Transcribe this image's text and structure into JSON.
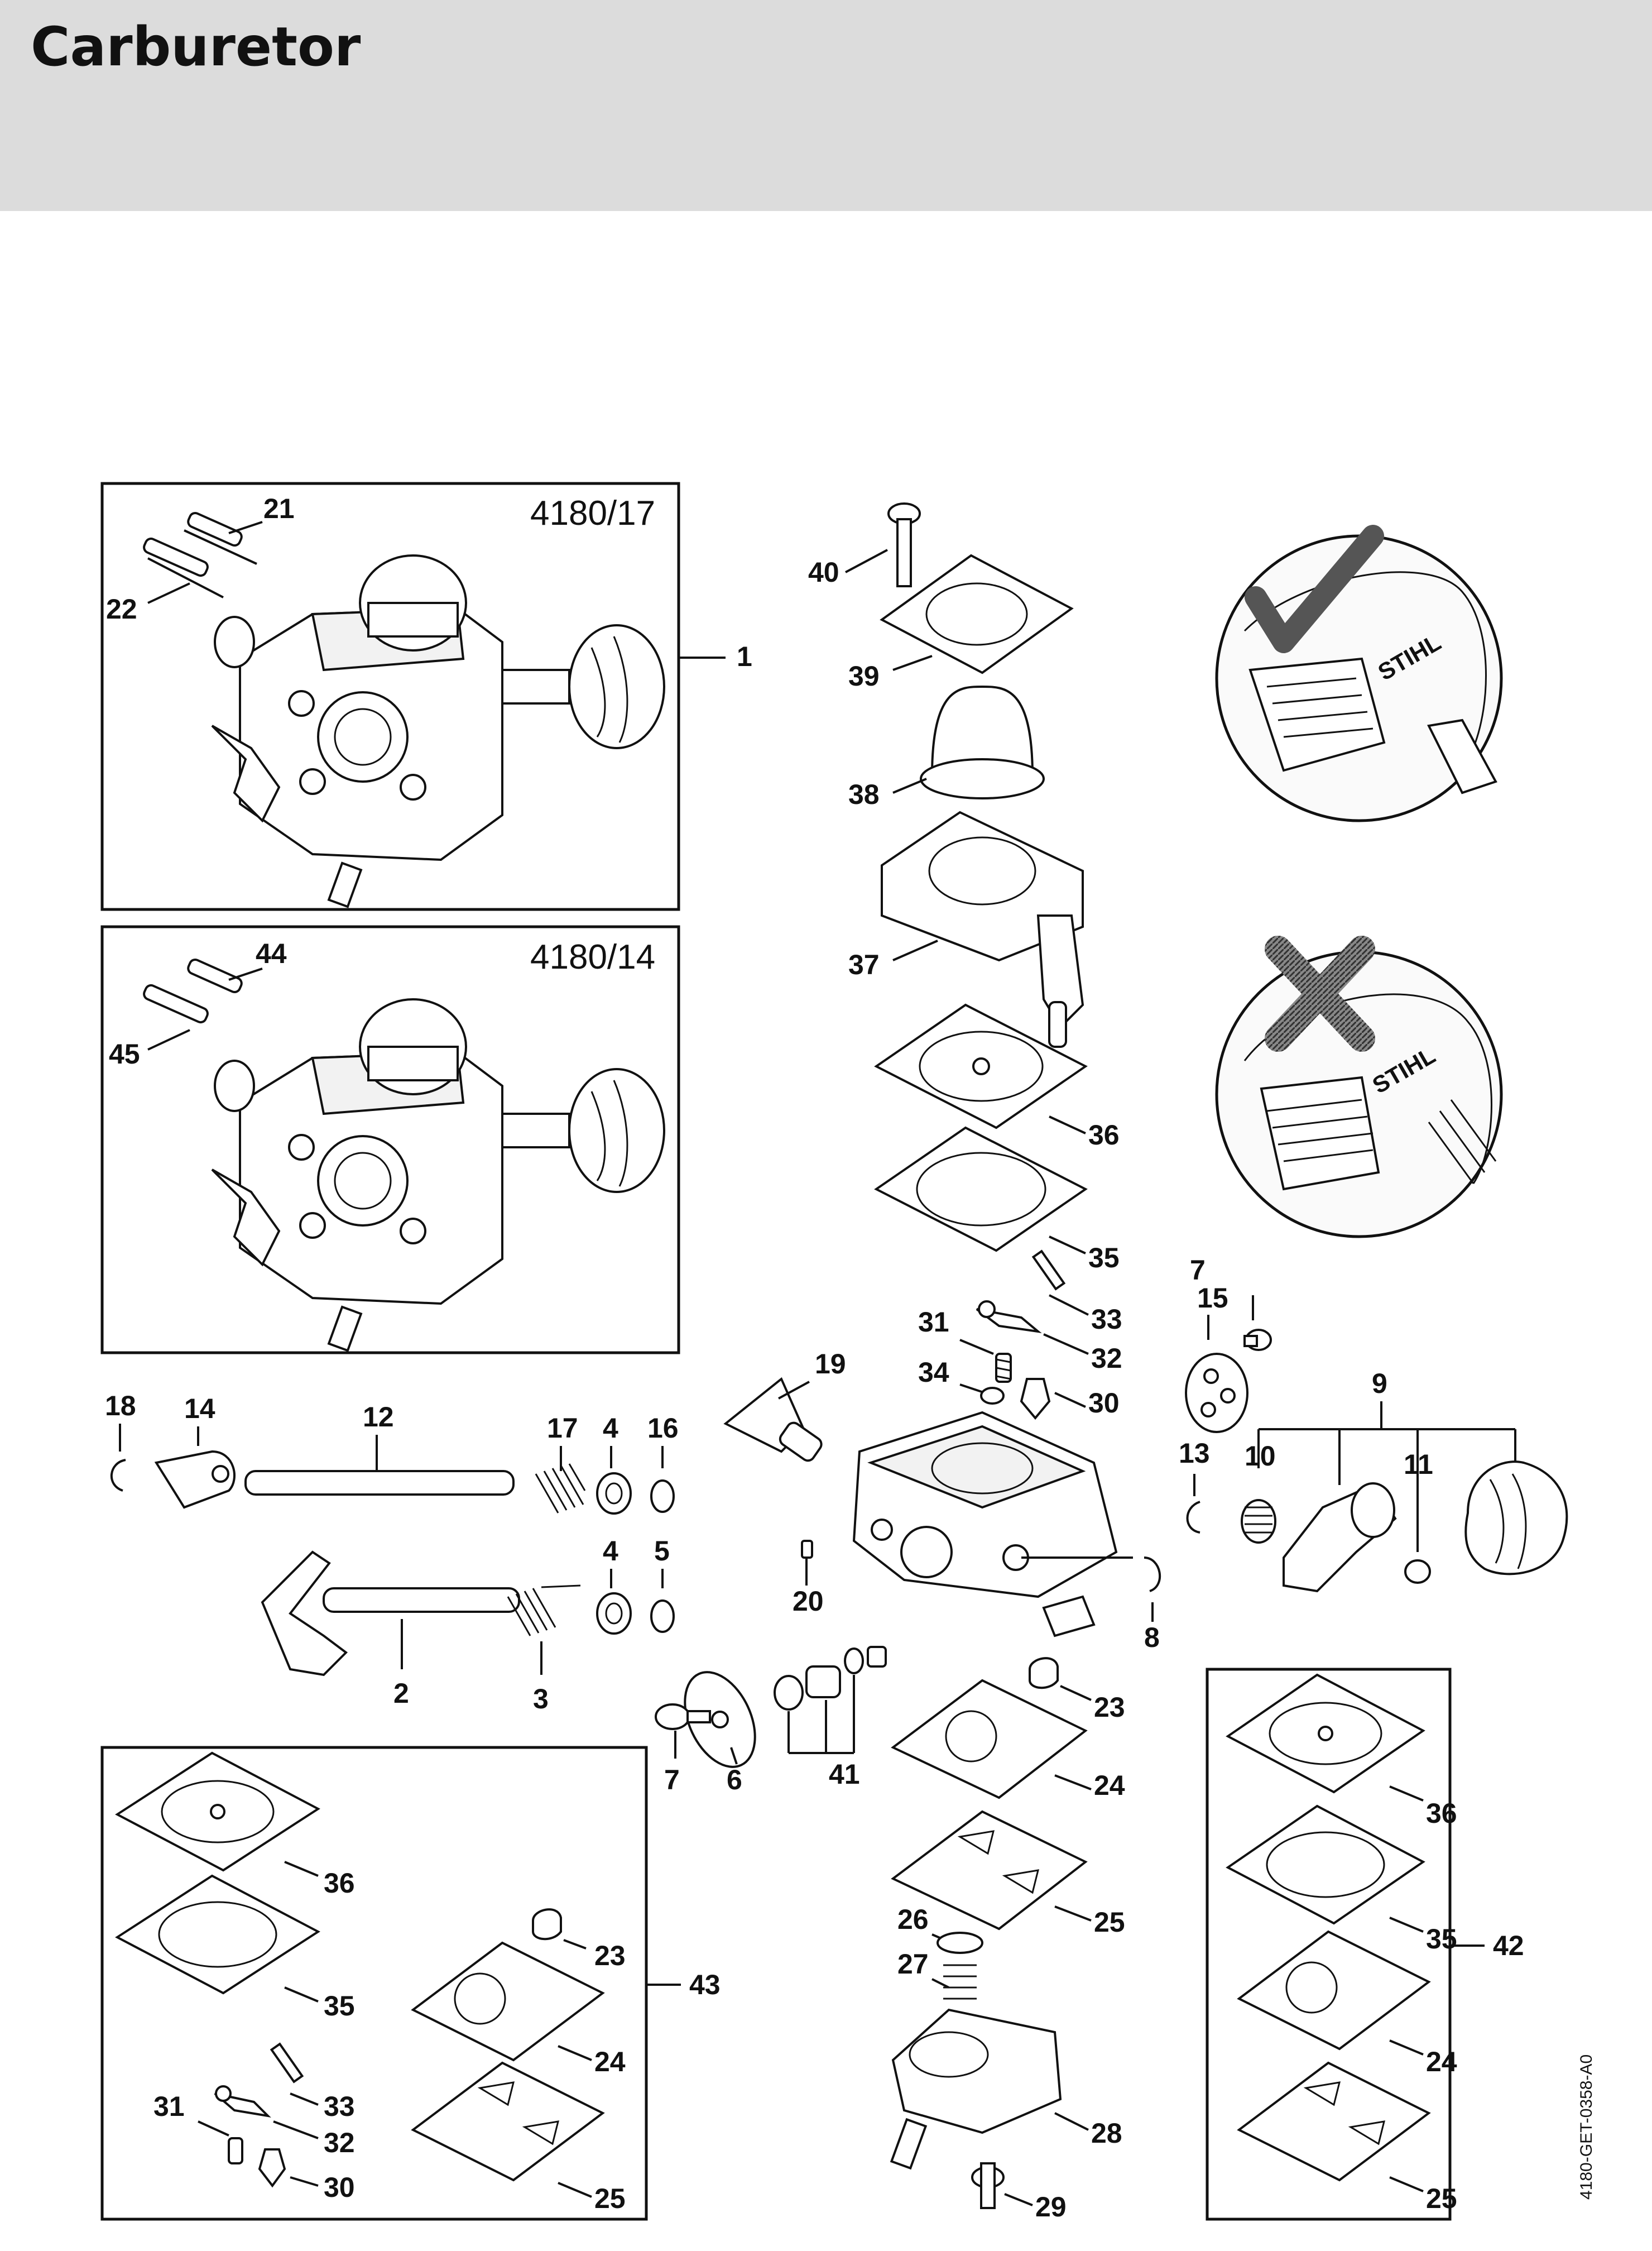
{
  "header": {
    "title": "Carburetor"
  },
  "boxes": {
    "box1": "4180/17",
    "box2": "4180/14"
  },
  "callouts": {
    "c1": "1",
    "c21": "21",
    "c22": "22",
    "c44": "44",
    "c45": "45",
    "c40": "40",
    "c39": "39",
    "c38": "38",
    "c37": "37",
    "c36": "36",
    "c35": "35",
    "c33": "33",
    "c32": "32",
    "c31": "31",
    "c34": "34",
    "c30": "30",
    "c19": "19",
    "c7a": "7",
    "c15": "15",
    "c9": "9",
    "c10": "10",
    "c11": "11",
    "c13": "13",
    "c18": "18",
    "c14": "14",
    "c12": "12",
    "c17": "17",
    "c4a": "4",
    "c16": "16",
    "c4b": "4",
    "c5": "5",
    "c2": "2",
    "c3": "3",
    "c20": "20",
    "c8": "8",
    "c23": "23",
    "c24": "24",
    "c7b": "7",
    "c6": "6",
    "c41": "41",
    "c25": "25",
    "c26": "26",
    "c27": "27",
    "c28": "28",
    "c29": "29",
    "k43_36": "36",
    "k43_35": "35",
    "k43_23": "23",
    "k43_24": "24",
    "k43_33": "33",
    "k43_32": "32",
    "k43_31": "31",
    "k43_30": "30",
    "k43_25": "25",
    "c43": "43",
    "k42_36": "36",
    "k42_35": "35",
    "k42_24": "24",
    "k42_25": "25",
    "c42": "42"
  },
  "footer": {
    "doc_id": "4180-GET-0358-A0"
  },
  "brand_marks": {
    "logo_text": "STIHL"
  },
  "colors": {
    "header_bg": "#dcdcdc",
    "line": "#111111",
    "ok_mark": "#555555",
    "not_ok_mark": "#444444"
  }
}
